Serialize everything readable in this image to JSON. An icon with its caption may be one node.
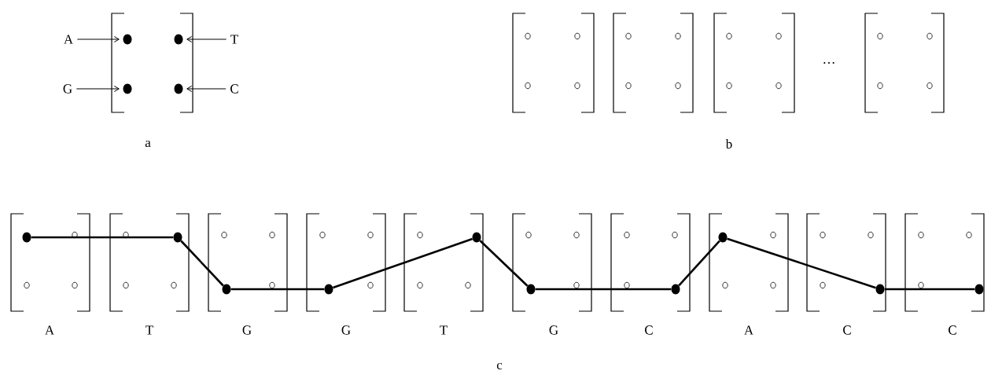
{
  "diagram": {
    "nodes": [
      {
        "text": [
          "A"
        ]
      },
      {
        "text": [],
        "shape": "circle"
      },
      {
        "text": [],
        "shape": "circle"
      },
      {
        "text": [
          "T"
        ]
      },
      {
        "text": [
          "G"
        ]
      },
      {
        "text": [],
        "shape": "circle"
      },
      {
        "text": [],
        "shape": "circle"
      },
      {
        "text": [
          "C"
        ]
      },
      {
        "text": [],
        "shape": "circle"
      },
      {
        "text": [],
        "shape": "circle"
      },
      {
        "text": [],
        "shape": "circle"
      },
      {
        "text": [],
        "shape": "circle"
      },
      {
        "text": [],
        "shape": "circle"
      },
      {
        "text": [],
        "shape": "circle"
      },
      {
        "text": [],
        "shape": "circle"
      },
      {
        "text": [],
        "shape": "circle"
      },
      {
        "text": [],
        "shape": "circle"
      },
      {
        "text": [],
        "shape": "circle"
      }
    ],
    "edges": [
      {
        "from": 0,
        "to": 1,
        "arrow": "to"
      },
      {
        "from": 3,
        "to": 2,
        "arrow": "to"
      },
      {
        "from": 4,
        "to": 5,
        "arrow": "to"
      },
      {
        "from": 7,
        "to": 6,
        "arrow": "to"
      },
      {
        "from": 8,
        "to": 9,
        "arrow": "none"
      },
      {
        "from": 9,
        "to": 10,
        "arrow": "none"
      },
      {
        "from": 10,
        "to": 11,
        "arrow": "none"
      },
      {
        "from": 11,
        "to": 12,
        "arrow": "none"
      },
      {
        "from": 12,
        "to": 13,
        "arrow": "none"
      },
      {
        "from": 13,
        "to": 14,
        "arrow": "none"
      },
      {
        "from": 14,
        "to": 15,
        "arrow": "none"
      },
      {
        "from": 15,
        "to": 16,
        "arrow": "none"
      },
      {
        "from": 16,
        "to": 17,
        "arrow": "none"
      }
    ],
    "labels": [
      "a",
      "…",
      "b",
      "A",
      "T",
      "G",
      "G",
      "T",
      "G",
      "C",
      "A",
      "C",
      "C",
      "c"
    ]
  }
}
